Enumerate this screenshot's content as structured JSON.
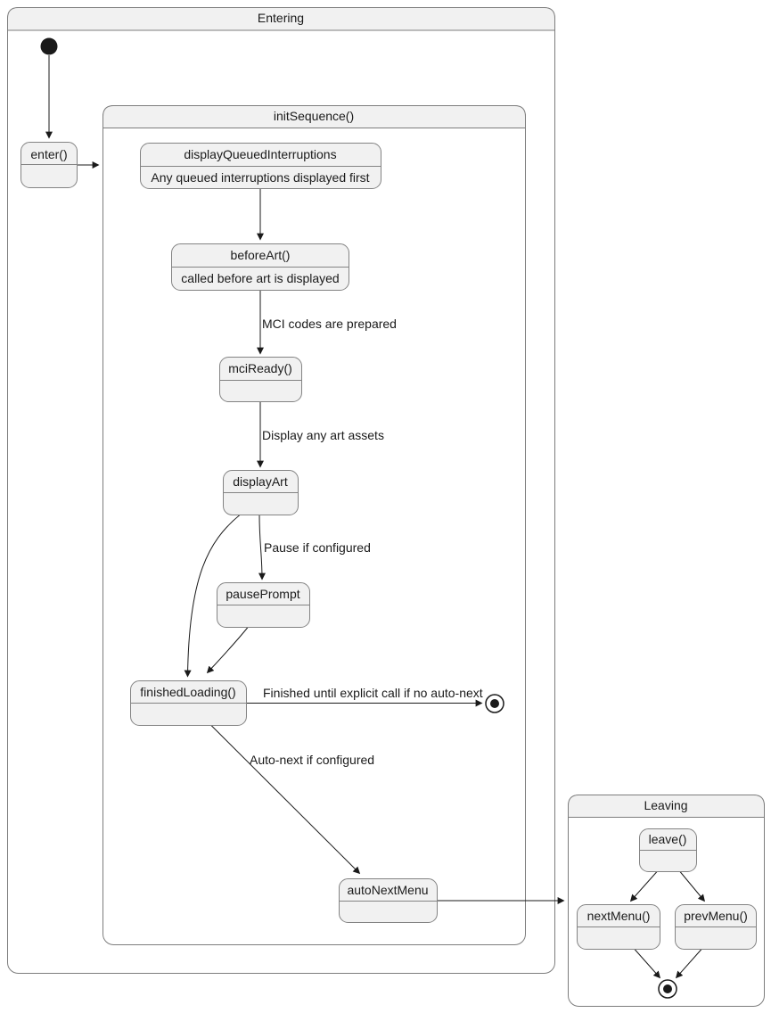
{
  "diagram": {
    "kind": "uml-state-diagram",
    "colors": {
      "background": "#ffffff",
      "state_fill": "#f1f1f1",
      "state_border": "#838383",
      "container_border": "#7d7d7d",
      "container_header_fill": "#f1f1f1",
      "arrow": "#1a1a1a",
      "text": "#1a1a1a"
    },
    "containers": [
      {
        "id": "entering",
        "title": "Entering"
      },
      {
        "id": "initSequence",
        "title": "initSequence()"
      },
      {
        "id": "leaving",
        "title": "Leaving"
      }
    ],
    "states": [
      {
        "id": "enter",
        "title": "enter()",
        "description": ""
      },
      {
        "id": "displayQueuedInterruptions",
        "title": "displayQueuedInterruptions",
        "description": "Any queued interruptions displayed first"
      },
      {
        "id": "beforeArt",
        "title": "beforeArt()",
        "description": "called before art is displayed"
      },
      {
        "id": "mciReady",
        "title": "mciReady()",
        "description": ""
      },
      {
        "id": "displayArt",
        "title": "displayArt",
        "description": ""
      },
      {
        "id": "pausePrompt",
        "title": "pausePrompt",
        "description": ""
      },
      {
        "id": "finishedLoading",
        "title": "finishedLoading()",
        "description": ""
      },
      {
        "id": "autoNextMenu",
        "title": "autoNextMenu",
        "description": ""
      },
      {
        "id": "leave",
        "title": "leave()",
        "description": ""
      },
      {
        "id": "nextMenu",
        "title": "nextMenu()",
        "description": ""
      },
      {
        "id": "prevMenu",
        "title": "prevMenu()",
        "description": ""
      }
    ],
    "pseudostates": [
      {
        "id": "initial-entering",
        "kind": "initial-state"
      },
      {
        "id": "final-initSequence",
        "kind": "final-state"
      },
      {
        "id": "final-leaving",
        "kind": "final-state"
      }
    ],
    "transitions": [
      {
        "from": "initial-entering",
        "to": "enter",
        "label": ""
      },
      {
        "from": "enter",
        "to": "initSequence",
        "label": ""
      },
      {
        "from": "displayQueuedInterruptions",
        "to": "beforeArt",
        "label": ""
      },
      {
        "from": "beforeArt",
        "to": "mciReady",
        "label": "MCI codes are prepared"
      },
      {
        "from": "mciReady",
        "to": "displayArt",
        "label": "Display any art assets"
      },
      {
        "from": "displayArt",
        "to": "pausePrompt",
        "label": "Pause if configured"
      },
      {
        "from": "displayArt",
        "to": "finishedLoading",
        "label": ""
      },
      {
        "from": "pausePrompt",
        "to": "finishedLoading",
        "label": ""
      },
      {
        "from": "finishedLoading",
        "to": "final-initSequence",
        "label": "Finished until explicit call if no auto-next"
      },
      {
        "from": "finishedLoading",
        "to": "autoNextMenu",
        "label": "Auto-next if configured"
      },
      {
        "from": "autoNextMenu",
        "to": "leaving",
        "label": ""
      },
      {
        "from": "leave",
        "to": "nextMenu",
        "label": ""
      },
      {
        "from": "leave",
        "to": "prevMenu",
        "label": ""
      },
      {
        "from": "nextMenu",
        "to": "final-leaving",
        "label": ""
      },
      {
        "from": "prevMenu",
        "to": "final-leaving",
        "label": ""
      }
    ]
  }
}
